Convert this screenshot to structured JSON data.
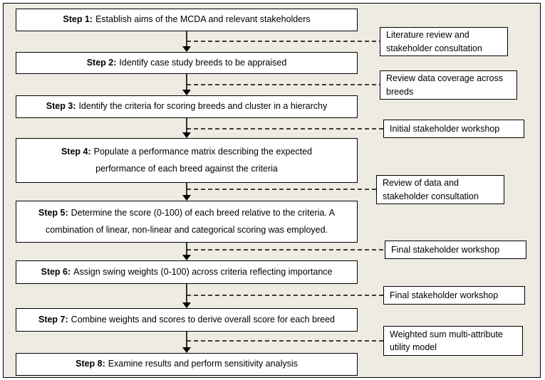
{
  "steps": [
    {
      "label": "Step 1:",
      "text": "Establish aims of the MCDA and relevant stakeholders"
    },
    {
      "label": "Step 2:",
      "text": "Identify case study breeds to be appraised"
    },
    {
      "label": "Step 3:",
      "text": "Identify the criteria for scoring breeds and cluster in a hierarchy"
    },
    {
      "label": "Step 4:",
      "text": "Populate a performance matrix describing the expected performance of each breed against the criteria"
    },
    {
      "label": "Step 5:",
      "text": "Determine the score (0-100) of each breed relative to the criteria. A combination of linear, non-linear and categorical scoring was employed."
    },
    {
      "label": "Step 6:",
      "text": "Assign swing weights (0-100) across criteria reflecting importance"
    },
    {
      "label": "Step 7:",
      "text": "Combine weights and scores to derive overall score for each breed"
    },
    {
      "label": "Step 8:",
      "text": "Examine results and perform sensitivity analysis"
    }
  ],
  "inputs": [
    {
      "text": "Literature review and stakeholder consultation"
    },
    {
      "text": "Review data coverage across breeds"
    },
    {
      "text": "Initial stakeholder workshop"
    },
    {
      "text": "Review of data and stakeholder consultation"
    },
    {
      "text": "Final stakeholder workshop"
    },
    {
      "text": "Final stakeholder workshop"
    },
    {
      "text": "Weighted sum multi-attribute utility model"
    }
  ]
}
